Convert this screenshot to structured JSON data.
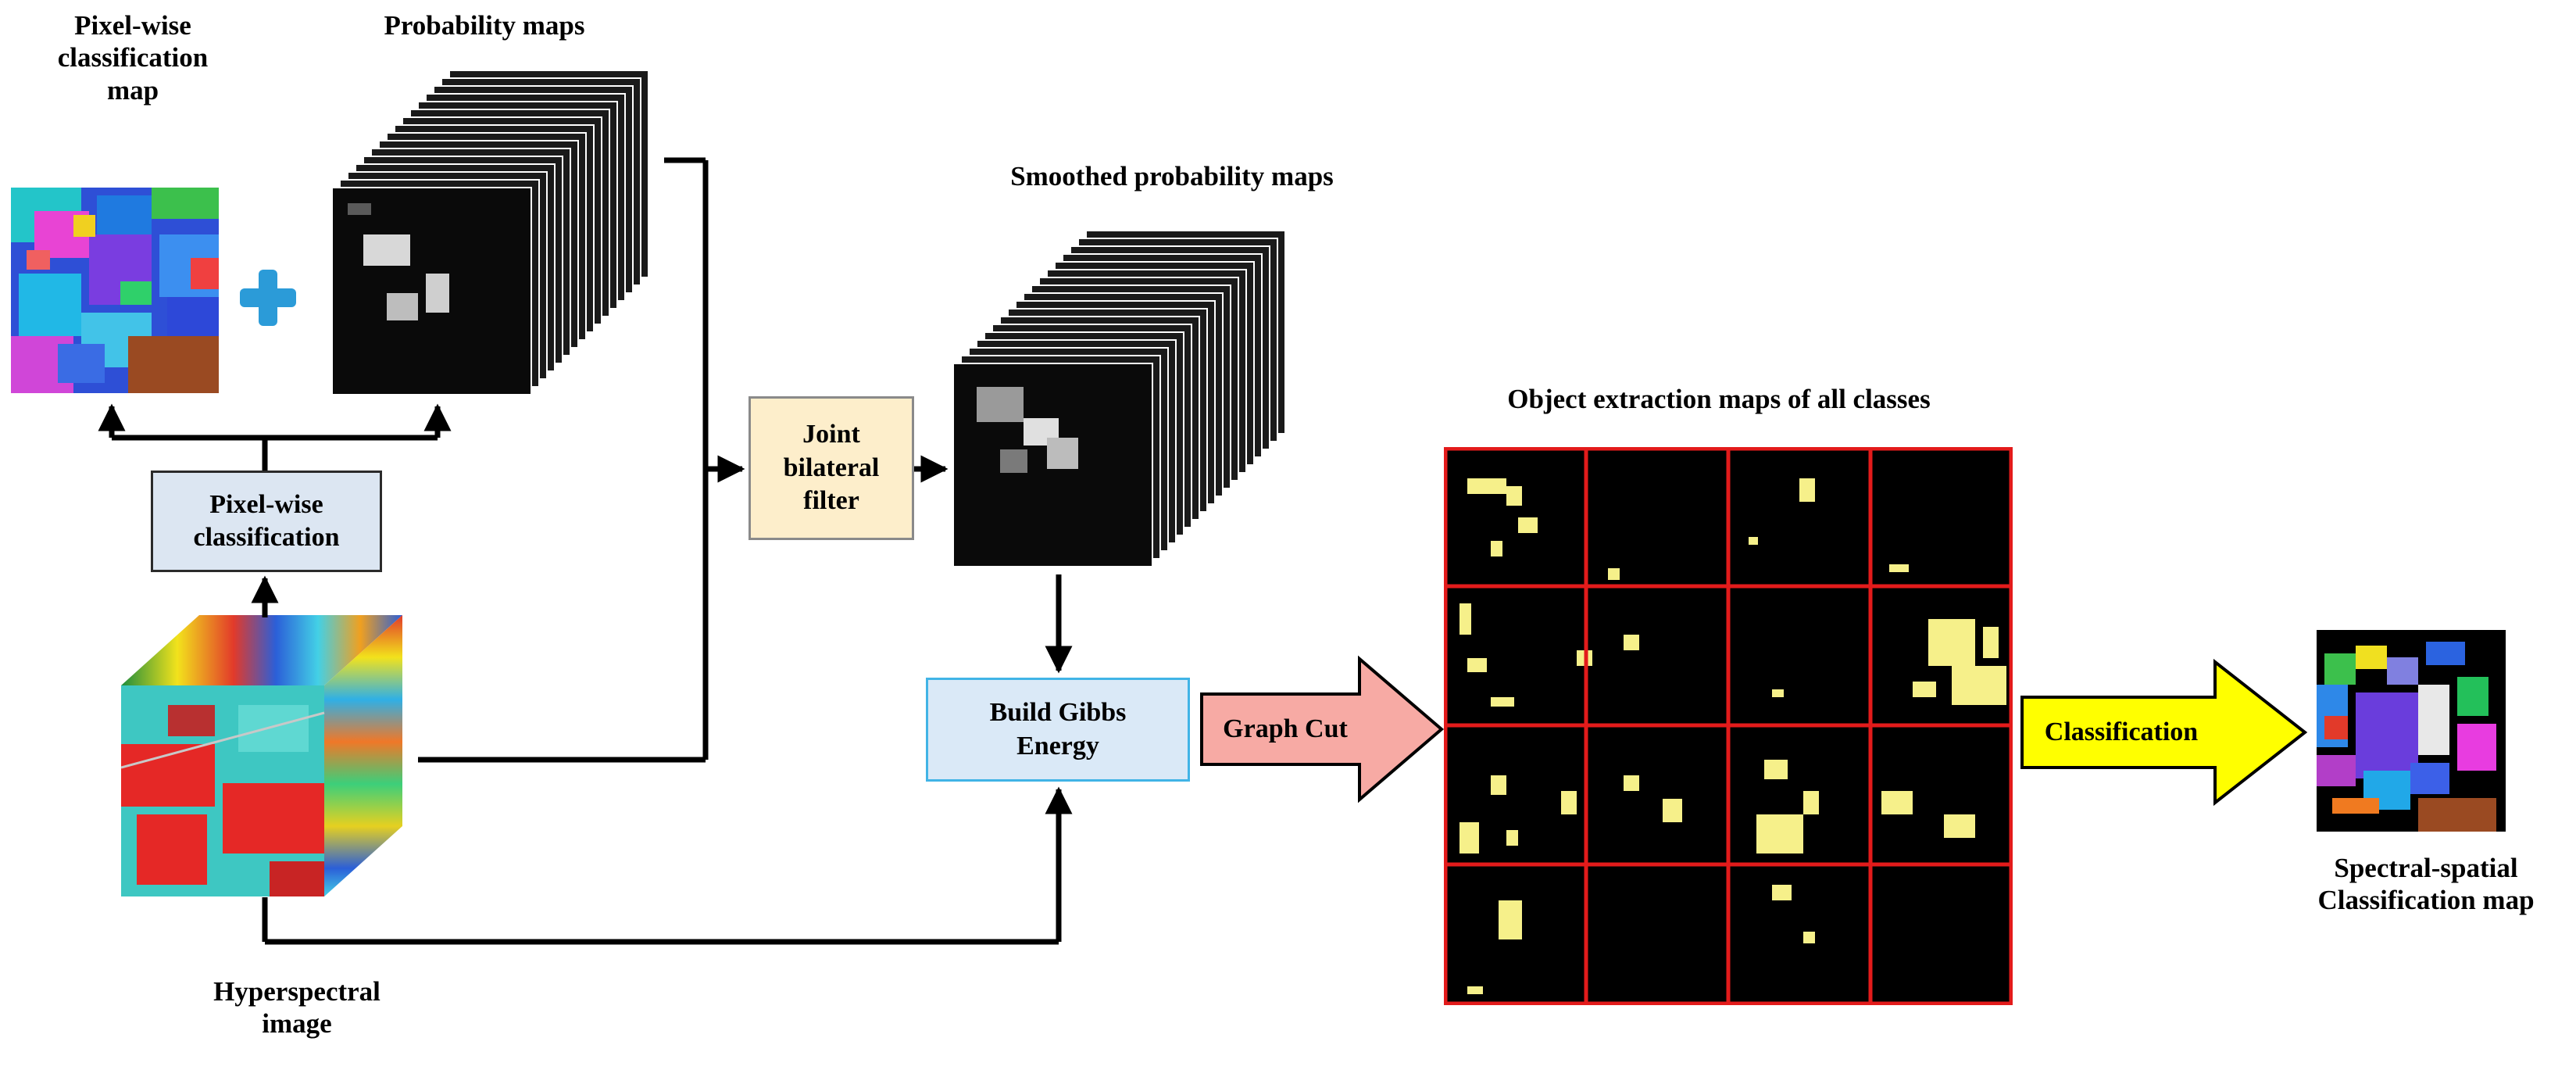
{
  "labels": {
    "pixelwise_map": "Pixel-wise\nclassification\nmap",
    "probability_maps": "Probability maps",
    "smoothed_maps": "Smoothed probability  maps",
    "object_maps": "Object extraction maps of all classes",
    "hyperspectral": "Hyperspectral\nimage",
    "spectral_spatial": "Spectral-spatial\nClassification map"
  },
  "boxes": {
    "pixelwise_classification": "Pixel-wise\nclassification",
    "joint_bilateral": "Joint\nbilateral\nfilter",
    "gibbs_energy": "Build Gibbs\nEnergy"
  },
  "arrows": {
    "graph_cut": "Graph Cut",
    "classification": "Classification"
  },
  "colors": {
    "pixelwise_box": "#dce6f2",
    "bilateral_box": "#fdeecb",
    "gibbs_box": "#dae9f7",
    "gibbs_border": "#41b4e6",
    "graph_cut_arrow": "#f7aaa4",
    "classification_arrow": "#ffff00",
    "grid_line": "#e31b1b",
    "plus": "#2b9bd8",
    "object_fill": "#f6f08a"
  }
}
